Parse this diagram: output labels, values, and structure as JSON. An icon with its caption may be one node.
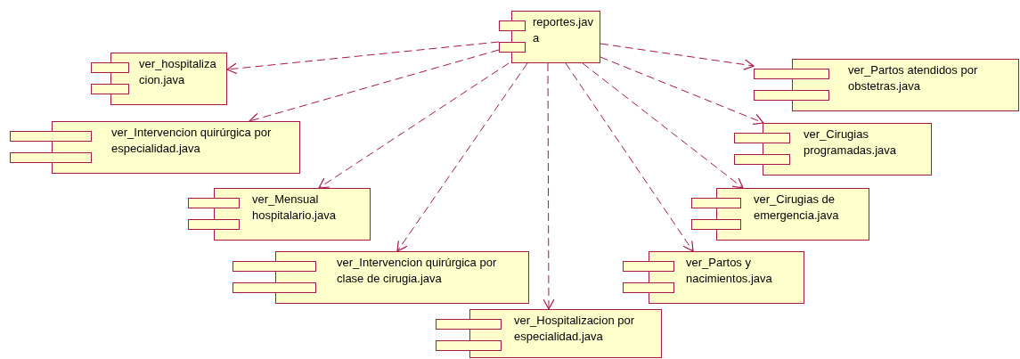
{
  "diagram": {
    "nodes": [
      {
        "text": [
          "reportes.java"
        ]
      },
      {
        "text": [
          "ver_hospitalizacion.java"
        ]
      },
      {
        "text": [
          "ver_Partos atendidos por obstetras.java"
        ]
      },
      {
        "text": [
          "ver_Intervencion quirúrgica por especialidad.java"
        ]
      },
      {
        "text": [
          "ver_Cirugias programadas.java"
        ]
      },
      {
        "text": [
          "ver_Mensual hospitalario.java"
        ]
      },
      {
        "text": [
          "ver_Cirugias de emergencia.java"
        ]
      },
      {
        "text": [
          "ver_Intervencion quirúrgica por clase de cirugia.java"
        ]
      },
      {
        "text": [
          "ver_Partos y nacimientos.java"
        ]
      },
      {
        "text": [
          "ver_Hospitalizacion por especialidad.java"
        ]
      }
    ],
    "edges": [
      {
        "from": 0,
        "to": 1,
        "arrow": "to",
        "style": "dashed"
      },
      {
        "from": 0,
        "to": 2,
        "arrow": "to",
        "style": "dashed"
      },
      {
        "from": 0,
        "to": 3,
        "arrow": "to",
        "style": "dashed"
      },
      {
        "from": 0,
        "to": 4,
        "arrow": "to",
        "style": "dashed"
      },
      {
        "from": 0,
        "to": 5,
        "arrow": "to",
        "style": "dashed"
      },
      {
        "from": 0,
        "to": 6,
        "arrow": "to",
        "style": "dashed"
      },
      {
        "from": 0,
        "to": 7,
        "arrow": "to",
        "style": "dashed"
      },
      {
        "from": 0,
        "to": 8,
        "arrow": "to",
        "style": "dashed"
      },
      {
        "from": 0,
        "to": 9,
        "arrow": "to",
        "style": "dashed"
      }
    ]
  }
}
